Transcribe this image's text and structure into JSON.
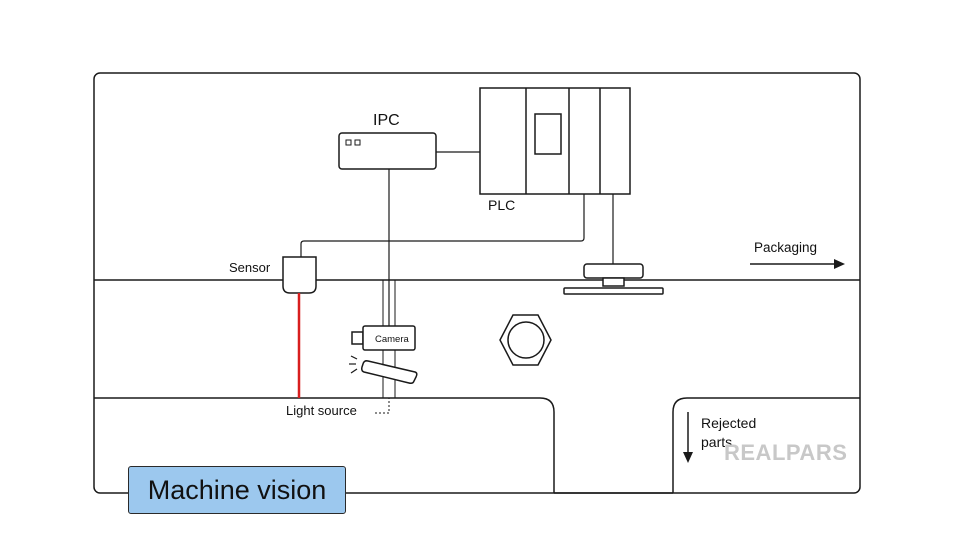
{
  "diagram": {
    "labels": {
      "ipc": "IPC",
      "plc": "PLC",
      "sensor": "Sensor",
      "camera": "Camera",
      "light_source": "Light source",
      "packaging": "Packaging",
      "rejected_line1": "Rejected",
      "rejected_line2": "parts"
    },
    "title": "Machine vision",
    "logo": "REALPARS",
    "colors": {
      "stroke": "#1a1a1a",
      "sensor_beam": "#d81e1e",
      "title_fill": "#9cc8ee",
      "logo": "#c8c8c8"
    }
  }
}
